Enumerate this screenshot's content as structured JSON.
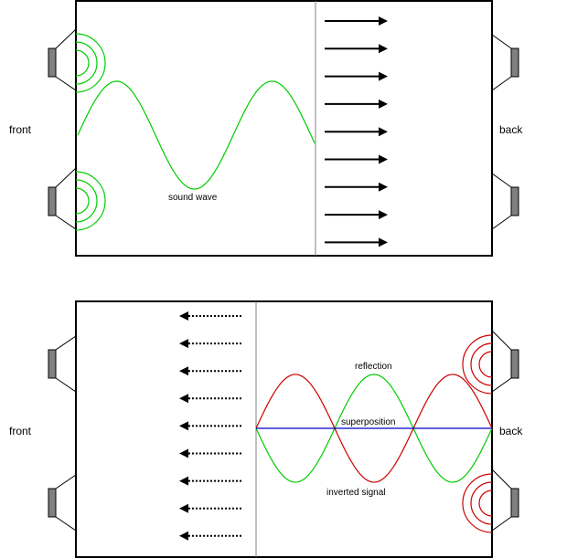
{
  "panels": {
    "top": {
      "left_label": "front",
      "right_label": "back",
      "wave_label": "sound wave"
    },
    "bottom": {
      "left_label": "front",
      "right_label": "back",
      "reflection_label": "reflection",
      "superposition_label": "superposition",
      "inverted_label": "inverted signal"
    }
  },
  "colors": {
    "sound_wave": "#00cc00",
    "reflection": "#00cc00",
    "inverted": "#cc0000",
    "superposition": "#0000cc",
    "speaker": "#808080",
    "outline": "#000000",
    "divider": "#808080"
  },
  "icons": {
    "speaker": "speaker-icon",
    "emission_arc": "sound-arc-icon",
    "arrow_right": "arrow-right-icon",
    "arrow_left": "arrow-left-icon"
  }
}
